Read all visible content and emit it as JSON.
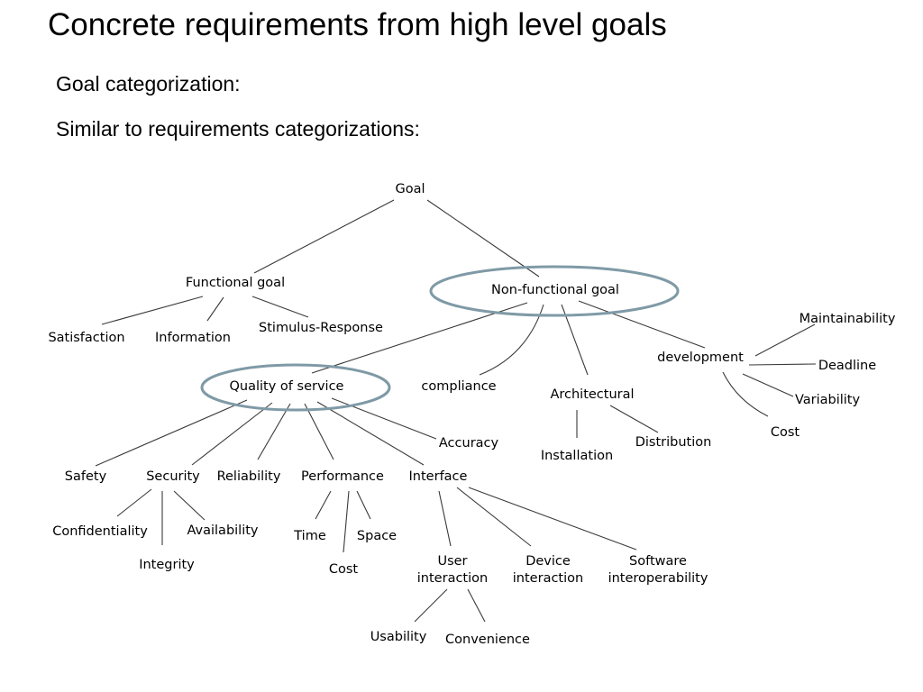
{
  "slide": {
    "title": "Concrete requirements from high level goals",
    "bullets": [
      "Goal categorization:",
      "Similar to requirements categorizations:"
    ]
  },
  "diagram": {
    "nodes": {
      "goal": "Goal",
      "functional_goal": "Functional goal",
      "non_functional_goal": "Non-functional goal",
      "satisfaction": "Satisfaction",
      "information": "Information",
      "stimulus_response": "Stimulus-Response",
      "quality_of_service": "Quality of service",
      "compliance": "compliance",
      "architectural": "Architectural",
      "development": "development",
      "maintainability": "Maintainability",
      "deadline": "Deadline",
      "variability": "Variability",
      "dev_cost": "Cost",
      "installation": "Installation",
      "distribution": "Distribution",
      "safety": "Safety",
      "security": "Security",
      "reliability": "Reliability",
      "performance": "Performance",
      "interface": "Interface",
      "accuracy": "Accuracy",
      "confidentiality": "Confidentiality",
      "integrity": "Integrity",
      "availability": "Availability",
      "time": "Time",
      "space": "Space",
      "perf_cost": "Cost",
      "user_interaction_1": "User",
      "user_interaction_2": "interaction",
      "device_interaction_1": "Device",
      "device_interaction_2": "interaction",
      "software_interop_1": "Software",
      "software_interop_2": "interoperability",
      "usability": "Usability",
      "convenience": "Convenience"
    },
    "highlighted": [
      "Non-functional goal",
      "Quality of service"
    ],
    "colors": {
      "highlight_ring": "#7f9aa6",
      "edge": "#3a3a3a"
    }
  }
}
